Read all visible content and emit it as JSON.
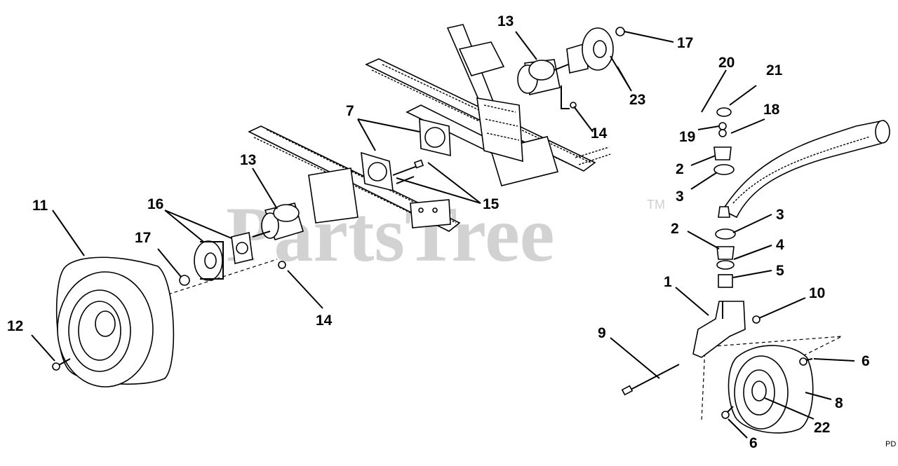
{
  "watermark": {
    "text": "PartsTree",
    "tm": "TM"
  },
  "corner_code": "PD",
  "callouts": [
    {
      "id": "c13a",
      "text": "13"
    },
    {
      "id": "c17a",
      "text": "17"
    },
    {
      "id": "c20",
      "text": "20"
    },
    {
      "id": "c21",
      "text": "21"
    },
    {
      "id": "c23",
      "text": "23"
    },
    {
      "id": "c18",
      "text": "18"
    },
    {
      "id": "c7",
      "text": "7"
    },
    {
      "id": "c14a",
      "text": "14"
    },
    {
      "id": "c19",
      "text": "19"
    },
    {
      "id": "c13b",
      "text": "13"
    },
    {
      "id": "c2a",
      "text": "2"
    },
    {
      "id": "c3a",
      "text": "3"
    },
    {
      "id": "c15",
      "text": "15"
    },
    {
      "id": "c11",
      "text": "11"
    },
    {
      "id": "c16",
      "text": "16"
    },
    {
      "id": "c17b",
      "text": "17"
    },
    {
      "id": "c3b",
      "text": "3"
    },
    {
      "id": "c2b",
      "text": "2"
    },
    {
      "id": "c4",
      "text": "4"
    },
    {
      "id": "c5",
      "text": "5"
    },
    {
      "id": "c1",
      "text": "1"
    },
    {
      "id": "c10",
      "text": "10"
    },
    {
      "id": "c14b",
      "text": "14"
    },
    {
      "id": "c12",
      "text": "12"
    },
    {
      "id": "c9",
      "text": "9"
    },
    {
      "id": "c6a",
      "text": "6"
    },
    {
      "id": "c8",
      "text": "8"
    },
    {
      "id": "c22",
      "text": "22"
    },
    {
      "id": "c6b",
      "text": "6"
    }
  ]
}
